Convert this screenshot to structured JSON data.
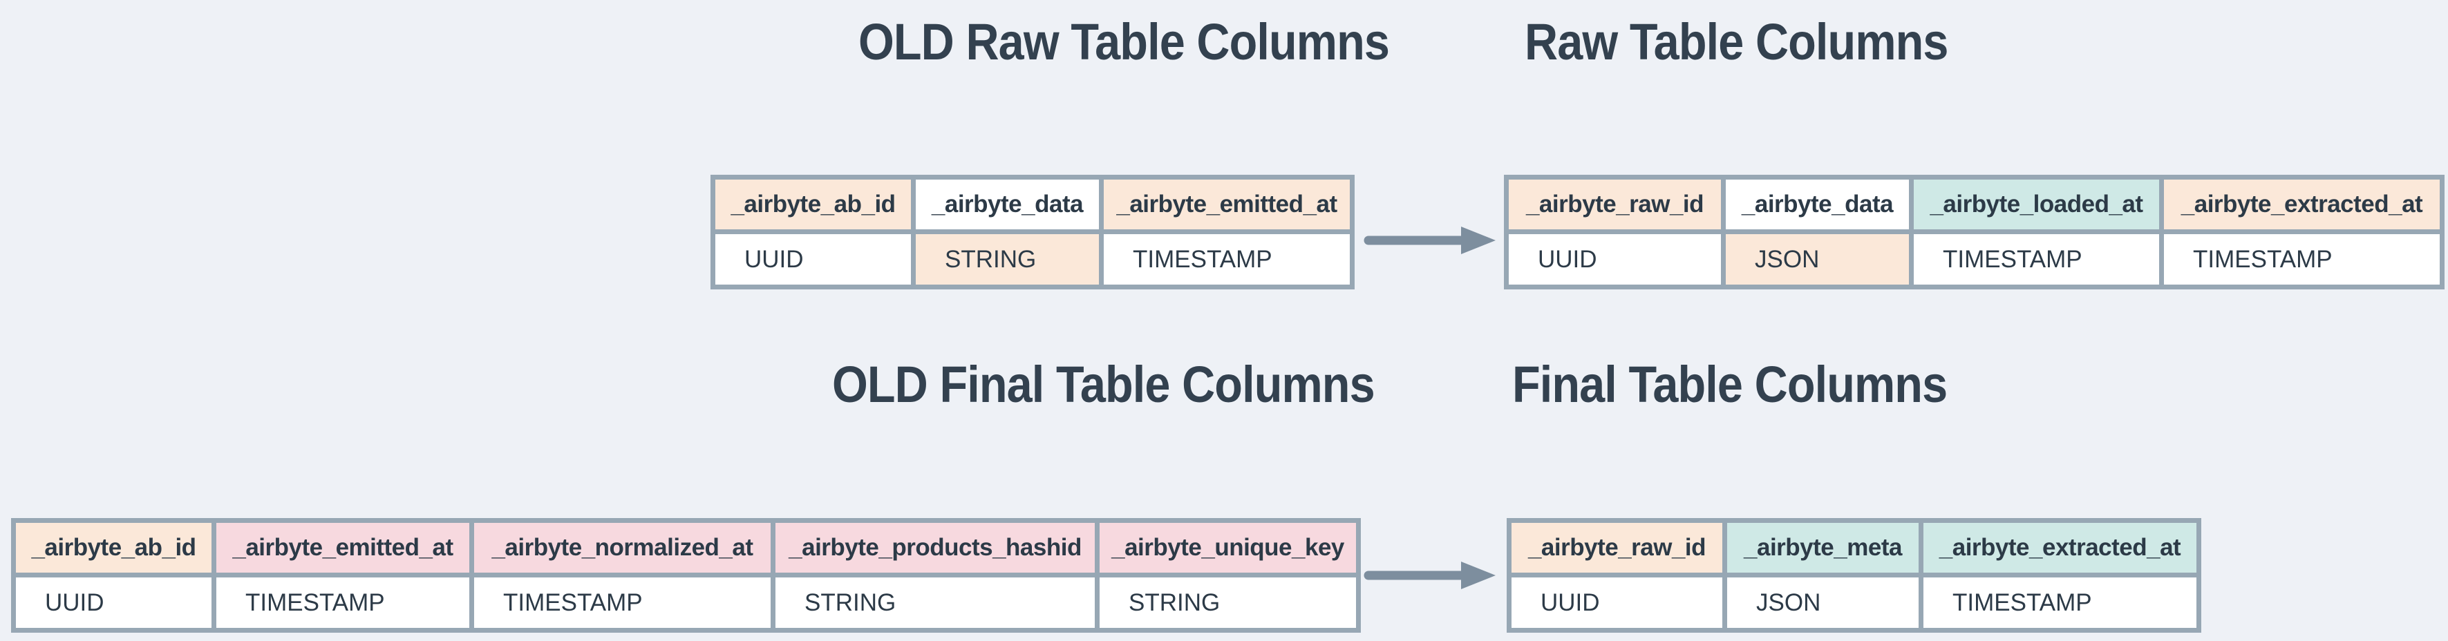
{
  "titles": {
    "old_raw": "OLD Raw Table Columns",
    "raw": "Raw Table Columns",
    "old_final": "OLD Final Table Columns",
    "final": "Final Table Columns"
  },
  "colors": {
    "peach": "#fbe8d9",
    "teal": "#cfe9e6",
    "pink": "#f7d9df",
    "white": "#ffffff",
    "border": "#97a7b4",
    "arrow": "#7d8e9e",
    "title_text": "#33414f",
    "cell_text": "#2c3a47",
    "background": "#eef1f6"
  },
  "tables": {
    "old_raw": {
      "columns": [
        {
          "name": "_airbyte_ab_id",
          "type": "UUID",
          "header_bg": "peach",
          "type_bg": "white"
        },
        {
          "name": "_airbyte_data",
          "type": "STRING",
          "header_bg": "white",
          "type_bg": "peach"
        },
        {
          "name": "_airbyte_emitted_at",
          "type": "TIMESTAMP",
          "header_bg": "peach",
          "type_bg": "white"
        }
      ]
    },
    "raw": {
      "columns": [
        {
          "name": "_airbyte_raw_id",
          "type": "UUID",
          "header_bg": "peach",
          "type_bg": "white"
        },
        {
          "name": "_airbyte_data",
          "type": "JSON",
          "header_bg": "white",
          "type_bg": "peach"
        },
        {
          "name": "_airbyte_loaded_at",
          "type": "TIMESTAMP",
          "header_bg": "teal",
          "type_bg": "white"
        },
        {
          "name": "_airbyte_extracted_at",
          "type": "TIMESTAMP",
          "header_bg": "peach",
          "type_bg": "white"
        }
      ]
    },
    "old_final": {
      "columns": [
        {
          "name": "_airbyte_ab_id",
          "type": "UUID",
          "header_bg": "peach",
          "type_bg": "white"
        },
        {
          "name": "_airbyte_emitted_at",
          "type": "TIMESTAMP",
          "header_bg": "pink",
          "type_bg": "white"
        },
        {
          "name": "_airbyte_normalized_at",
          "type": "TIMESTAMP",
          "header_bg": "pink",
          "type_bg": "white"
        },
        {
          "name": "_airbyte_products_hashid",
          "type": "STRING",
          "header_bg": "pink",
          "type_bg": "white"
        },
        {
          "name": "_airbyte_unique_key",
          "type": "STRING",
          "header_bg": "pink",
          "type_bg": "white"
        }
      ]
    },
    "final": {
      "columns": [
        {
          "name": "_airbyte_raw_id",
          "type": "UUID",
          "header_bg": "peach",
          "type_bg": "white"
        },
        {
          "name": "_airbyte_meta",
          "type": "JSON",
          "header_bg": "teal",
          "type_bg": "white"
        },
        {
          "name": "_airbyte_extracted_at",
          "type": "TIMESTAMP",
          "header_bg": "teal",
          "type_bg": "white"
        }
      ]
    }
  }
}
